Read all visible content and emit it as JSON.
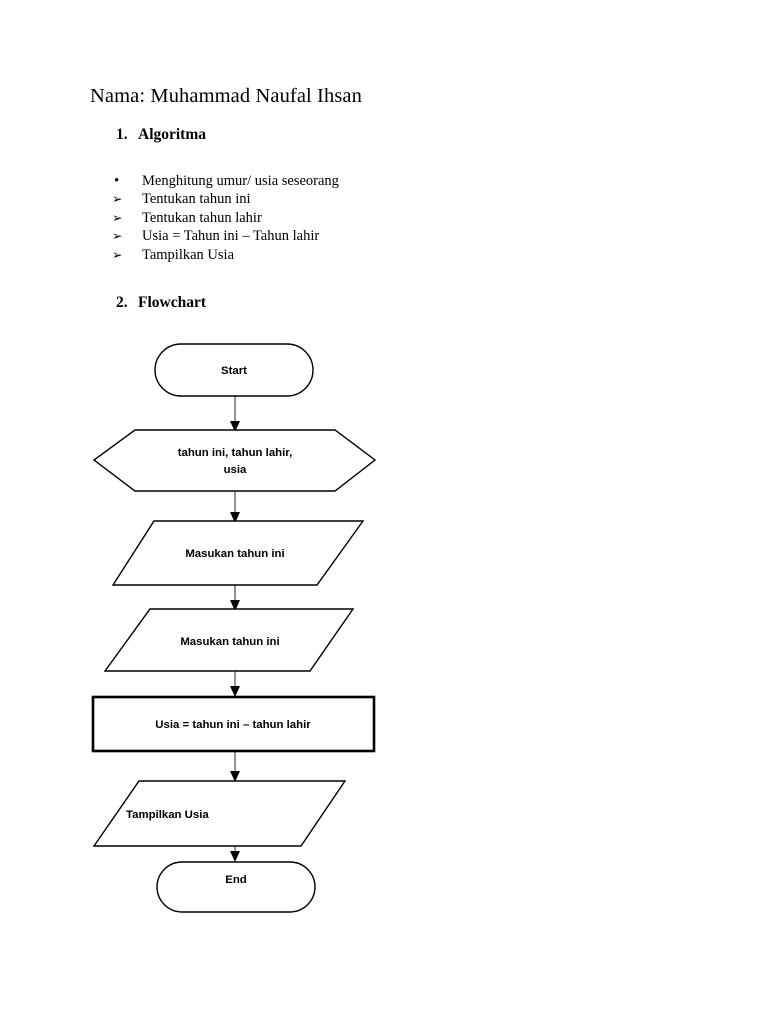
{
  "document": {
    "title": "Nama: Muhammad Naufal Ihsan",
    "sections": [
      {
        "number": "1.",
        "heading": "Algoritma"
      },
      {
        "number": "2.",
        "heading": "Flowchart"
      }
    ],
    "algorithm_list": [
      {
        "marker": "•",
        "marker_type": "dot",
        "text": "Menghitung umur/ usia seseorang"
      },
      {
        "marker": "➢",
        "marker_type": "arrow",
        "text": "Tentukan tahun ini"
      },
      {
        "marker": "➢",
        "marker_type": "arrow",
        "text": "Tentukan tahun lahir"
      },
      {
        "marker": "➢",
        "marker_type": "arrow",
        "text": "Usia = Tahun ini – Tahun lahir"
      },
      {
        "marker": "➢",
        "marker_type": "arrow",
        "text": "Tampilkan Usia"
      }
    ]
  },
  "flowchart": {
    "nodes": [
      {
        "id": "start",
        "shape": "terminator",
        "label": "Start"
      },
      {
        "id": "declare",
        "shape": "hexagon",
        "label_line1": "tahun ini, tahun lahir,",
        "label_line2": "usia"
      },
      {
        "id": "input1",
        "shape": "parallelogram",
        "label": "Masukan tahun ini"
      },
      {
        "id": "input2",
        "shape": "parallelogram",
        "label": "Masukan tahun ini"
      },
      {
        "id": "process",
        "shape": "rectangle",
        "label": "Usia = tahun ini – tahun lahir"
      },
      {
        "id": "output",
        "shape": "parallelogram",
        "label": "Tampilkan Usia"
      },
      {
        "id": "end",
        "shape": "terminator",
        "label": "End"
      }
    ],
    "colors": {
      "shape_stroke": "#000000",
      "shape_fill": "#ffffff",
      "connector": "#3a3a3a",
      "text": "#000000"
    }
  }
}
